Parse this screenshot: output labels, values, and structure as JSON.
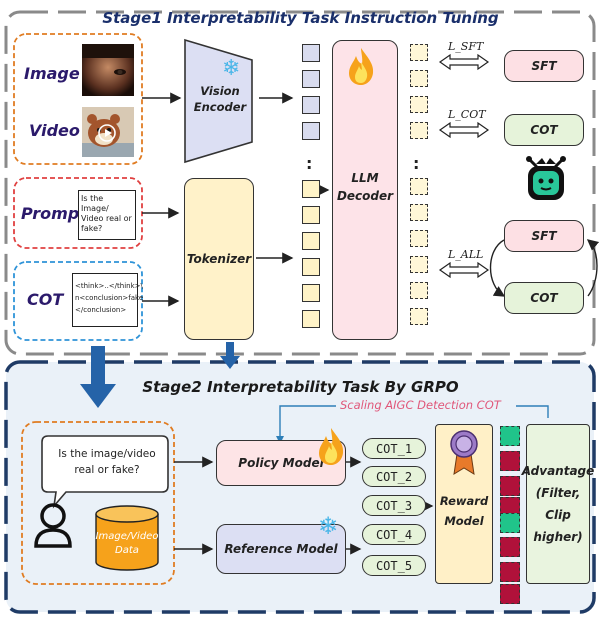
{
  "stage1": {
    "title": "Stage1 Interpretability Task Instruction Tuning",
    "image_label": "Image",
    "video_label": "Video",
    "prompt_label": "Prompt",
    "cot_label": "COT",
    "prompt_text": "Is the Image/ Video real or fake?",
    "cot_text_1": "<think>..</think>\\",
    "cot_text_2": "n<conclusion>fake",
    "cot_text_3": "</conclusion>",
    "vision_encoder": "Vision Encoder",
    "tokenizer": "Tokenizer",
    "llm_decoder": "LLM Decoder",
    "dots": ":",
    "loss_sft": "L_SFT",
    "loss_cot": "L_COT",
    "loss_all": "L_ALL",
    "out_sft": "SFT",
    "out_cot": "COT",
    "cycle_sft": "SFT",
    "cycle_cot": "COT"
  },
  "stage2": {
    "title": "Stage2 Interpretability Task By GRPO",
    "scaling_label": "Scaling AIGC Detection COT",
    "question": "Is the image/video real or fake?",
    "data_label": "Image/Video Data",
    "policy_model": "Policy Model",
    "reference_model": "Reference Model",
    "cots": [
      "COT_1",
      "COT_2",
      "COT_3",
      "COT_4",
      "COT_5"
    ],
    "reward_model": "Reward Model",
    "advantage": "Advantage (Filter, Clip higher)"
  },
  "colors": {
    "stage1_border": "#8a8a8a",
    "stage2_border": "#1f3b66",
    "stage2_bg": "#eaf1f8",
    "arrow_blue": "#2563a8",
    "policy_fill": "#fde4e6",
    "reference_fill": "#dcdff3",
    "llm_fill": "#fde3e8",
    "tokenizer_fill": "#fff2c9",
    "sft_fill": "#fde0e4",
    "cot_fill": "#e6f3da",
    "reward_fill": "#fff0c7",
    "advantage_fill": "#e9f4df",
    "red_square": "#b0113a",
    "green_square": "#20c48a"
  },
  "icons": [
    "snowflake-icon",
    "fire-icon",
    "robot-icon",
    "medal-icon",
    "user-icon",
    "database-icon",
    "image-thumbnail",
    "video-thumbnail"
  ]
}
